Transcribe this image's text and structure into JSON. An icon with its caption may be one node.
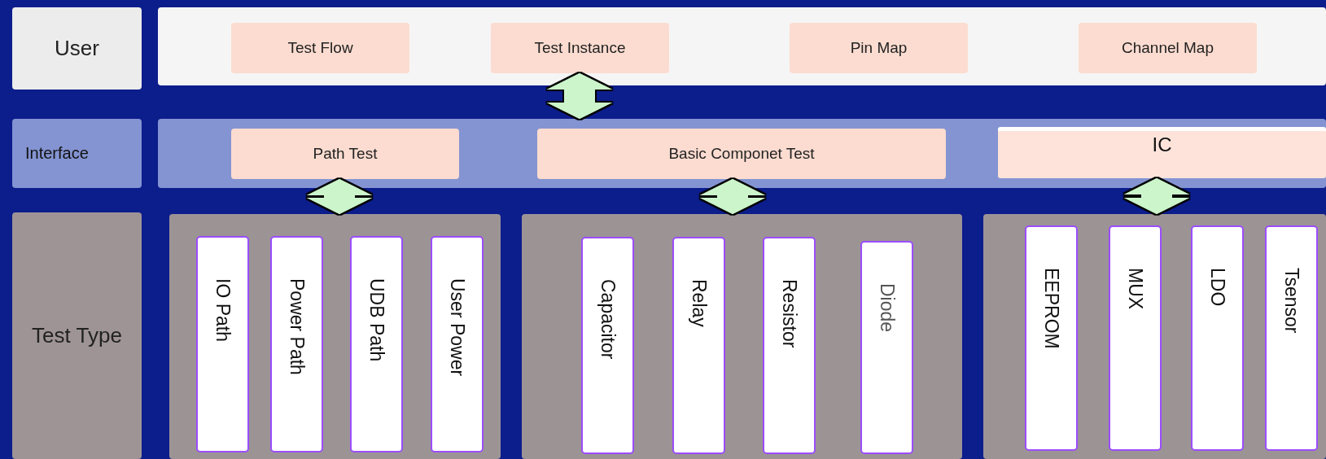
{
  "diagram": {
    "nodes": [
      {
        "text": [
          "User"
        ]
      },
      {
        "text": [],
        "shape": "box"
      },
      {
        "text": [
          "Test Flow"
        ],
        "in": 1
      },
      {
        "text": [
          "Test Instance"
        ],
        "in": 1
      },
      {
        "text": [
          "Pin Map"
        ],
        "in": 1
      },
      {
        "text": [
          "Channel Map"
        ],
        "in": 1
      },
      {
        "text": [
          "Interface"
        ]
      },
      {
        "text": [],
        "shape": "box"
      },
      {
        "text": [
          "Path Test"
        ],
        "in": 7
      },
      {
        "text": [
          "Basic Componet Test"
        ],
        "in": 7
      },
      {
        "text": [
          "IC"
        ],
        "in": 7
      },
      {
        "text": [
          "Test Type"
        ]
      },
      {
        "text": [],
        "shape": "box"
      },
      {
        "text": [
          "IO Path"
        ],
        "in": 12
      },
      {
        "text": [
          "Power Path"
        ],
        "in": 12
      },
      {
        "text": [
          "UDB Path"
        ],
        "in": 12
      },
      {
        "text": [
          "User Power"
        ],
        "in": 12
      },
      {
        "text": [],
        "shape": "box"
      },
      {
        "text": [
          "Capacitor"
        ],
        "in": 17
      },
      {
        "text": [
          "Relay"
        ],
        "in": 17
      },
      {
        "text": [
          "Resistor"
        ],
        "in": 17
      },
      {
        "text": [
          "Diode"
        ],
        "in": 17
      },
      {
        "text": [],
        "shape": "box"
      },
      {
        "text": [
          "EEPROM"
        ],
        "in": 22
      },
      {
        "text": [
          "MUX"
        ],
        "in": 22
      },
      {
        "text": [
          "LDO"
        ],
        "in": 22
      },
      {
        "text": [
          "Tsensor"
        ],
        "in": 22
      }
    ],
    "edges": [
      {
        "from": 3,
        "to": 7,
        "arrow": "both"
      },
      {
        "from": 8,
        "to": 12,
        "arrow": "both"
      },
      {
        "from": 9,
        "to": 17,
        "arrow": "both"
      },
      {
        "from": 10,
        "to": 22,
        "arrow": "both"
      }
    ]
  }
}
